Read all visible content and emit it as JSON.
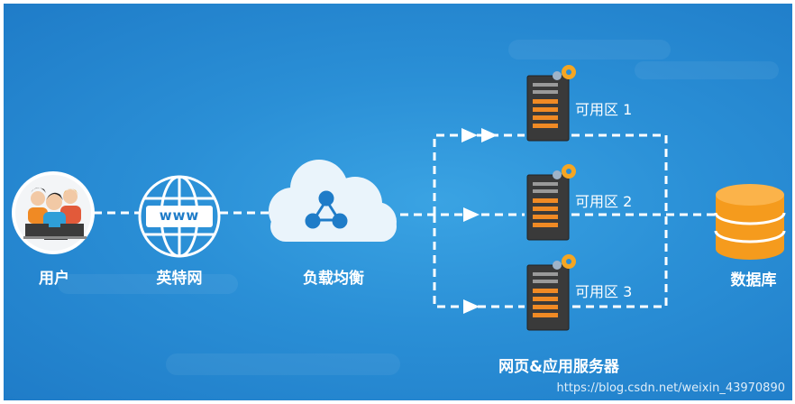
{
  "nodes": {
    "user": "用户",
    "internet": "英特网",
    "load_balancer": "负载均衡",
    "web_app_servers": "网页&应用服务器",
    "database": "数据库"
  },
  "internet_badge": "www",
  "zones": [
    "可用区 1",
    "可用区 2",
    "可用区 3"
  ],
  "watermark": "https://blog.csdn.net/weixin_43970890",
  "colors": {
    "background": "#2a8fd6",
    "server_body": "#3a3a3a",
    "server_slots": "#f08a24",
    "gear": "#f5a623",
    "database": "#f59b1d",
    "connector": "#ffffff"
  }
}
